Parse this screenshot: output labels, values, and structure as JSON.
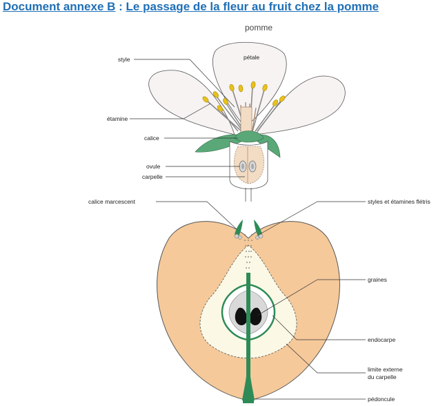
{
  "header": {
    "prefix": "Document annexe B",
    "separator": " : ",
    "title": "Le passage de la fleur au fruit chez la pomme"
  },
  "diagram": {
    "title": "pomme",
    "flower_labels": {
      "petale": "pétale",
      "style": "style",
      "etamine": "étamine",
      "calice": "calice",
      "ovule": "ovule",
      "carpelle": "carpelle"
    },
    "fruit_labels": {
      "calice_marcescent": "calice marcescent",
      "styles_etamines": "styles et étamines flétris",
      "graines": "graines",
      "endocarpe": "endocarpe",
      "limite_line1": "limite externe",
      "limite_line2": "du carpelle",
      "pedoncule": "pédoncule"
    }
  },
  "colors": {
    "title_blue": "#1f6fb6",
    "petal_fill": "#f7f3f3",
    "sepal_green": "#5aa878",
    "stem_green": "#2e8b57",
    "anther_yellow": "#e8c11a",
    "ovary_peach": "#f3dcc4",
    "flesh_peach": "#f5c99a",
    "core_cream": "#fbf8e6",
    "seed_black": "#111111"
  }
}
